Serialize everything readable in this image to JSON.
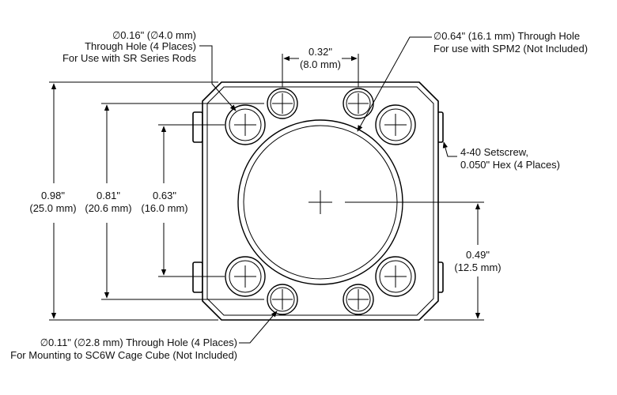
{
  "callouts": {
    "top_left": [
      "∅0.16\" (∅4.0 mm)",
      "Through Hole (4 Places)",
      "For Use with SR Series Rods"
    ],
    "top_center": [
      "0.32\"",
      "(8.0 mm)"
    ],
    "top_right": [
      "∅0.64\" (16.1 mm) Through Hole",
      "For use with SPM2 (Not Included)"
    ],
    "right_setscrew": [
      "4-40 Setscrew,",
      "0.050\" Hex (4 Places)"
    ],
    "right_dim": [
      "0.49\"",
      "(12.5 mm)"
    ],
    "left_dim_1": [
      "0.98\"",
      "(25.0 mm)"
    ],
    "left_dim_2": [
      "0.81\"",
      "(20.6 mm)"
    ],
    "left_dim_3": [
      "0.63\"",
      "(16.0 mm)"
    ],
    "bottom_left": [
      "∅0.11\" (∅2.8 mm) Through Hole (4 Places)",
      "For Mounting to SC6W Cage Cube (Not Included)"
    ]
  }
}
